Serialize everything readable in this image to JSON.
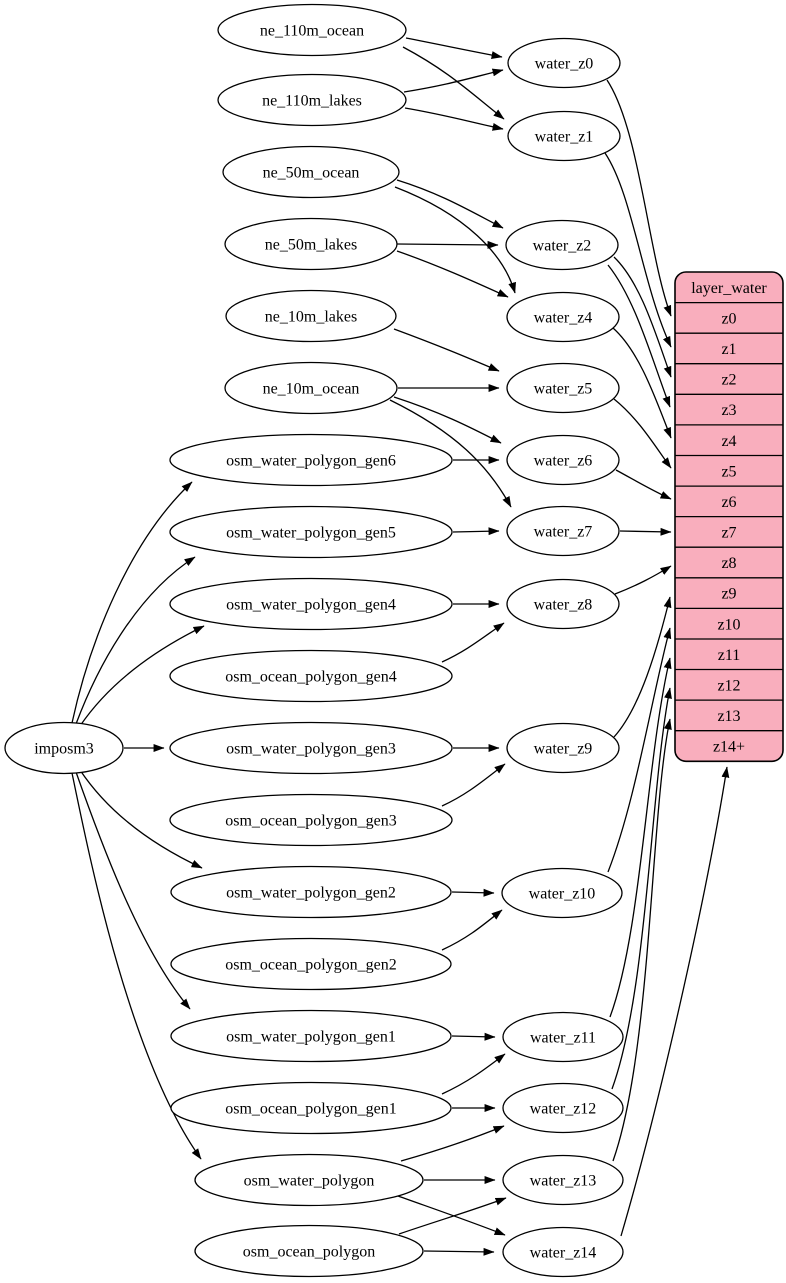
{
  "diagram": {
    "kind": "etl-dependency-graph",
    "colors": {
      "table_fill": "#f9aebd",
      "node_fill": "#ffffff",
      "stroke": "#000000",
      "background": "#ffffff"
    },
    "nodes": {
      "imposm3": "imposm3",
      "ne_110m_ocean": "ne_110m_ocean",
      "ne_110m_lakes": "ne_110m_lakes",
      "ne_50m_ocean": "ne_50m_ocean",
      "ne_50m_lakes": "ne_50m_lakes",
      "ne_10m_lakes": "ne_10m_lakes",
      "ne_10m_ocean": "ne_10m_ocean",
      "osm_water_polygon_gen6": "osm_water_polygon_gen6",
      "osm_water_polygon_gen5": "osm_water_polygon_gen5",
      "osm_water_polygon_gen4": "osm_water_polygon_gen4",
      "osm_ocean_polygon_gen4": "osm_ocean_polygon_gen4",
      "osm_water_polygon_gen3": "osm_water_polygon_gen3",
      "osm_ocean_polygon_gen3": "osm_ocean_polygon_gen3",
      "osm_water_polygon_gen2": "osm_water_polygon_gen2",
      "osm_ocean_polygon_gen2": "osm_ocean_polygon_gen2",
      "osm_water_polygon_gen1": "osm_water_polygon_gen1",
      "osm_ocean_polygon_gen1": "osm_ocean_polygon_gen1",
      "osm_water_polygon": "osm_water_polygon",
      "osm_ocean_polygon": "osm_ocean_polygon",
      "water_z0": "water_z0",
      "water_z1": "water_z1",
      "water_z2": "water_z2",
      "water_z4": "water_z4",
      "water_z5": "water_z5",
      "water_z6": "water_z6",
      "water_z7": "water_z7",
      "water_z8": "water_z8",
      "water_z9": "water_z9",
      "water_z10": "water_z10",
      "water_z11": "water_z11",
      "water_z12": "water_z12",
      "water_z13": "water_z13",
      "water_z14": "water_z14"
    },
    "table": {
      "title": "layer_water",
      "rows": [
        "z0",
        "z1",
        "z2",
        "z3",
        "z4",
        "z5",
        "z6",
        "z7",
        "z8",
        "z9",
        "z10",
        "z11",
        "z12",
        "z13",
        "z14+"
      ]
    },
    "edges": [
      [
        "imposm3",
        "osm_water_polygon_gen6"
      ],
      [
        "imposm3",
        "osm_water_polygon_gen5"
      ],
      [
        "imposm3",
        "osm_water_polygon_gen4"
      ],
      [
        "imposm3",
        "osm_water_polygon_gen3"
      ],
      [
        "imposm3",
        "osm_water_polygon_gen2"
      ],
      [
        "imposm3",
        "osm_water_polygon_gen1"
      ],
      [
        "imposm3",
        "osm_water_polygon"
      ],
      [
        "ne_110m_ocean",
        "water_z0"
      ],
      [
        "ne_110m_ocean",
        "water_z1"
      ],
      [
        "ne_110m_lakes",
        "water_z0"
      ],
      [
        "ne_110m_lakes",
        "water_z1"
      ],
      [
        "ne_50m_ocean",
        "water_z2"
      ],
      [
        "ne_50m_ocean",
        "water_z4"
      ],
      [
        "ne_50m_lakes",
        "water_z2"
      ],
      [
        "ne_50m_lakes",
        "water_z4"
      ],
      [
        "ne_10m_lakes",
        "water_z5"
      ],
      [
        "ne_10m_ocean",
        "water_z5"
      ],
      [
        "ne_10m_ocean",
        "water_z6"
      ],
      [
        "ne_10m_ocean",
        "water_z7"
      ],
      [
        "osm_water_polygon_gen6",
        "water_z6"
      ],
      [
        "osm_water_polygon_gen5",
        "water_z7"
      ],
      [
        "osm_water_polygon_gen4",
        "water_z8"
      ],
      [
        "osm_ocean_polygon_gen4",
        "water_z8"
      ],
      [
        "osm_water_polygon_gen3",
        "water_z9"
      ],
      [
        "osm_ocean_polygon_gen3",
        "water_z9"
      ],
      [
        "osm_water_polygon_gen2",
        "water_z10"
      ],
      [
        "osm_ocean_polygon_gen2",
        "water_z10"
      ],
      [
        "osm_water_polygon_gen1",
        "water_z11"
      ],
      [
        "osm_ocean_polygon_gen1",
        "water_z11"
      ],
      [
        "osm_ocean_polygon_gen1",
        "water_z12"
      ],
      [
        "osm_water_polygon",
        "water_z12"
      ],
      [
        "osm_water_polygon",
        "water_z13"
      ],
      [
        "osm_ocean_polygon",
        "water_z13"
      ],
      [
        "osm_water_polygon",
        "water_z14"
      ],
      [
        "osm_ocean_polygon",
        "water_z14"
      ],
      [
        "water_z0",
        "layer_water:z0"
      ],
      [
        "water_z1",
        "layer_water:z1"
      ],
      [
        "water_z2",
        "layer_water:z2"
      ],
      [
        "water_z2",
        "layer_water:z3"
      ],
      [
        "water_z4",
        "layer_water:z4"
      ],
      [
        "water_z5",
        "layer_water:z5"
      ],
      [
        "water_z6",
        "layer_water:z6"
      ],
      [
        "water_z7",
        "layer_water:z7"
      ],
      [
        "water_z8",
        "layer_water:z8"
      ],
      [
        "water_z9",
        "layer_water:z9"
      ],
      [
        "water_z10",
        "layer_water:z10"
      ],
      [
        "water_z11",
        "layer_water:z11"
      ],
      [
        "water_z12",
        "layer_water:z12"
      ],
      [
        "water_z13",
        "layer_water:z13"
      ],
      [
        "water_z14",
        "layer_water:z14+"
      ]
    ]
  }
}
